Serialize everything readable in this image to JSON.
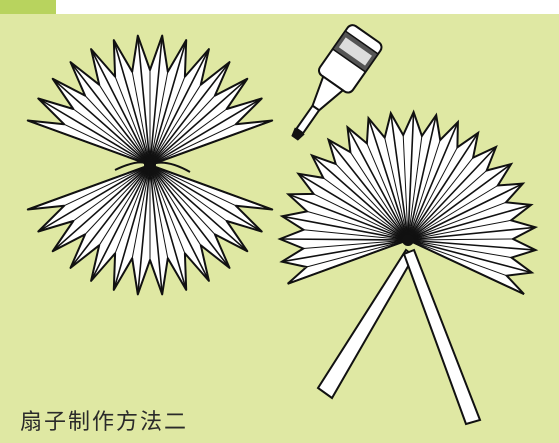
{
  "caption": "扇子制作方法二",
  "colors": {
    "background": "#dfe8a3",
    "paper": "#ffffff",
    "ink": "#111111",
    "accent_tab": "#b8d35e"
  },
  "illustration": {
    "items": [
      "folded-paper-bow-fan",
      "glue-bottle",
      "round-pleated-fan-with-handles"
    ]
  }
}
